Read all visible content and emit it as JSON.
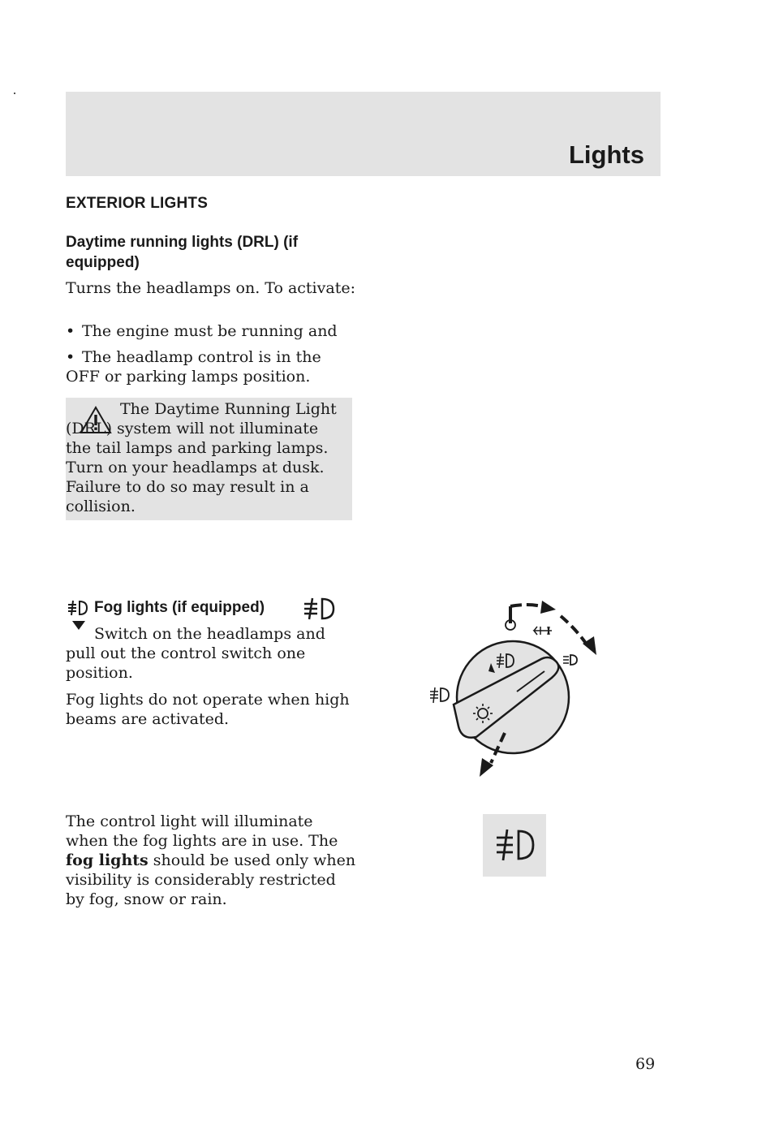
{
  "header": {
    "section_title": "Lights"
  },
  "exterior": {
    "heading": "EXTERIOR LIGHTS",
    "drl_heading": "Daytime running lights (DRL) (if equipped)",
    "intro": "Turns the headlamps on. To activate:",
    "bullets": [
      "The engine must be running and",
      "The headlamp control is in the OFF or parking lamps position."
    ],
    "warning": "The Daytime Running Light (DRL) system will not illuminate the tail lamps and parking lamps. Turn on your headlamps at dusk. Failure to do so may result in a collision."
  },
  "fog": {
    "heading": "Fog lights (if equipped)",
    "instruction": "Switch on the headlamps and pull out the control switch one position.",
    "note": "Fog lights do not operate when high beams are activated."
  },
  "control_light": {
    "text_before": "The control light will illuminate when the fog lights are in use. The ",
    "bold": "fog lights",
    "text_after": " should be used only when visibility is considerably restricted by fog, snow or rain."
  },
  "footer": {
    "page_number": "69"
  },
  "icons": {
    "bullet": "bullet",
    "warning": "warning-triangle-icon",
    "fog": "fog-light-icon",
    "headlamp_switch": "headlamp-switch-diagram"
  }
}
